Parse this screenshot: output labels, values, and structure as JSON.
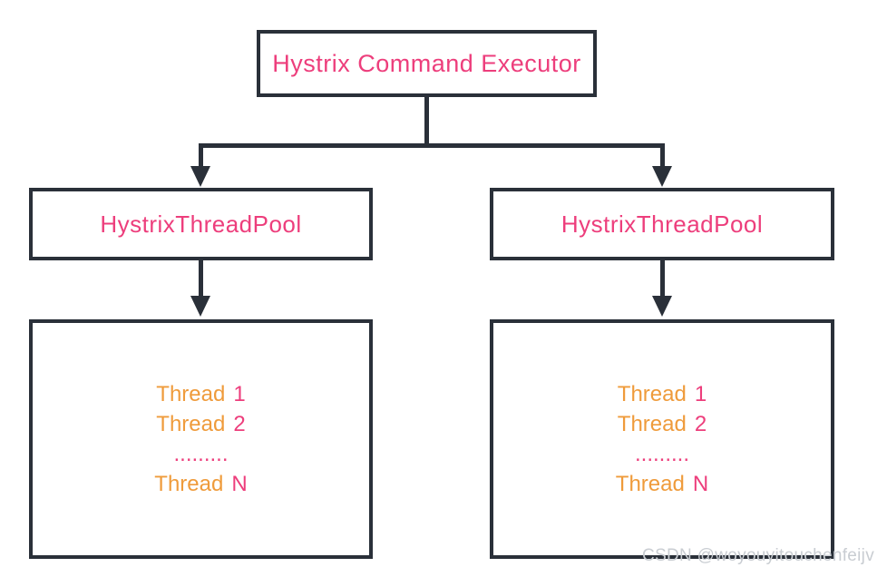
{
  "colors": {
    "pink": "#ED3E7C",
    "orange": "#EF9B3B",
    "line": "#2A3039",
    "watermark": "#C9CDD2"
  },
  "nodes": {
    "executor": {
      "label": "Hystrix Command Executor"
    },
    "pools": [
      {
        "label": "HystrixThreadPool"
      },
      {
        "label": "HystrixThreadPool"
      }
    ],
    "thread_groups": [
      {
        "lines": [
          {
            "word": "Thread",
            "mark": "1"
          },
          {
            "word": "Thread",
            "mark": "2"
          },
          {
            "word": "",
            "mark": "........."
          },
          {
            "word": "Thread",
            "mark": "N"
          }
        ]
      },
      {
        "lines": [
          {
            "word": "Thread",
            "mark": "1"
          },
          {
            "word": "Thread",
            "mark": "2"
          },
          {
            "word": "",
            "mark": "........."
          },
          {
            "word": "Thread",
            "mark": "N"
          }
        ]
      }
    ]
  },
  "watermark": "CSDN @woyouyitouchenfeijv"
}
